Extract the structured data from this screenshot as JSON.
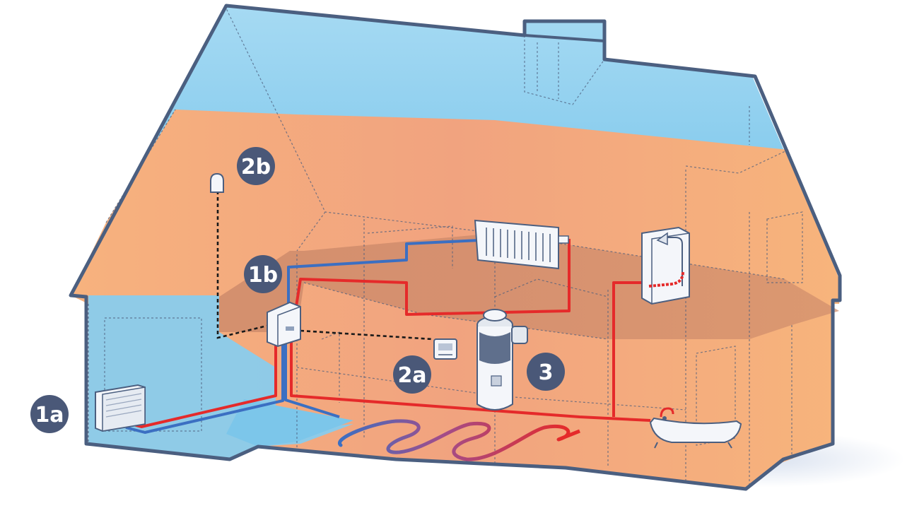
{
  "colors": {
    "outline": "#4b5f80",
    "roof_sky": "#7cc6ea",
    "warm_interior": "#f3ab7c",
    "hot_pipe": "#e52a2a",
    "cold_pipe": "#3b6fc2",
    "badge": "#4a5878"
  },
  "labels": {
    "l1a": "1a",
    "l1b": "1b",
    "l2a": "2a",
    "l2b": "2b",
    "l3": "3"
  },
  "components": [
    {
      "id": "1a",
      "icon": "outdoor-heat-pump-unit-icon"
    },
    {
      "id": "1b",
      "icon": "indoor-control-unit-icon"
    },
    {
      "id": "2a",
      "icon": "room-thermostat-icon"
    },
    {
      "id": "2b",
      "icon": "outdoor-temperature-sensor-icon"
    },
    {
      "id": "3",
      "icon": "hot-water-cylinder-icon"
    },
    {
      "id": "radiator",
      "icon": "radiator-icon"
    },
    {
      "id": "shower",
      "icon": "shower-icon"
    },
    {
      "id": "bath",
      "icon": "bathtub-icon"
    },
    {
      "id": "underfloor",
      "icon": "underfloor-heating-loop-icon"
    }
  ]
}
